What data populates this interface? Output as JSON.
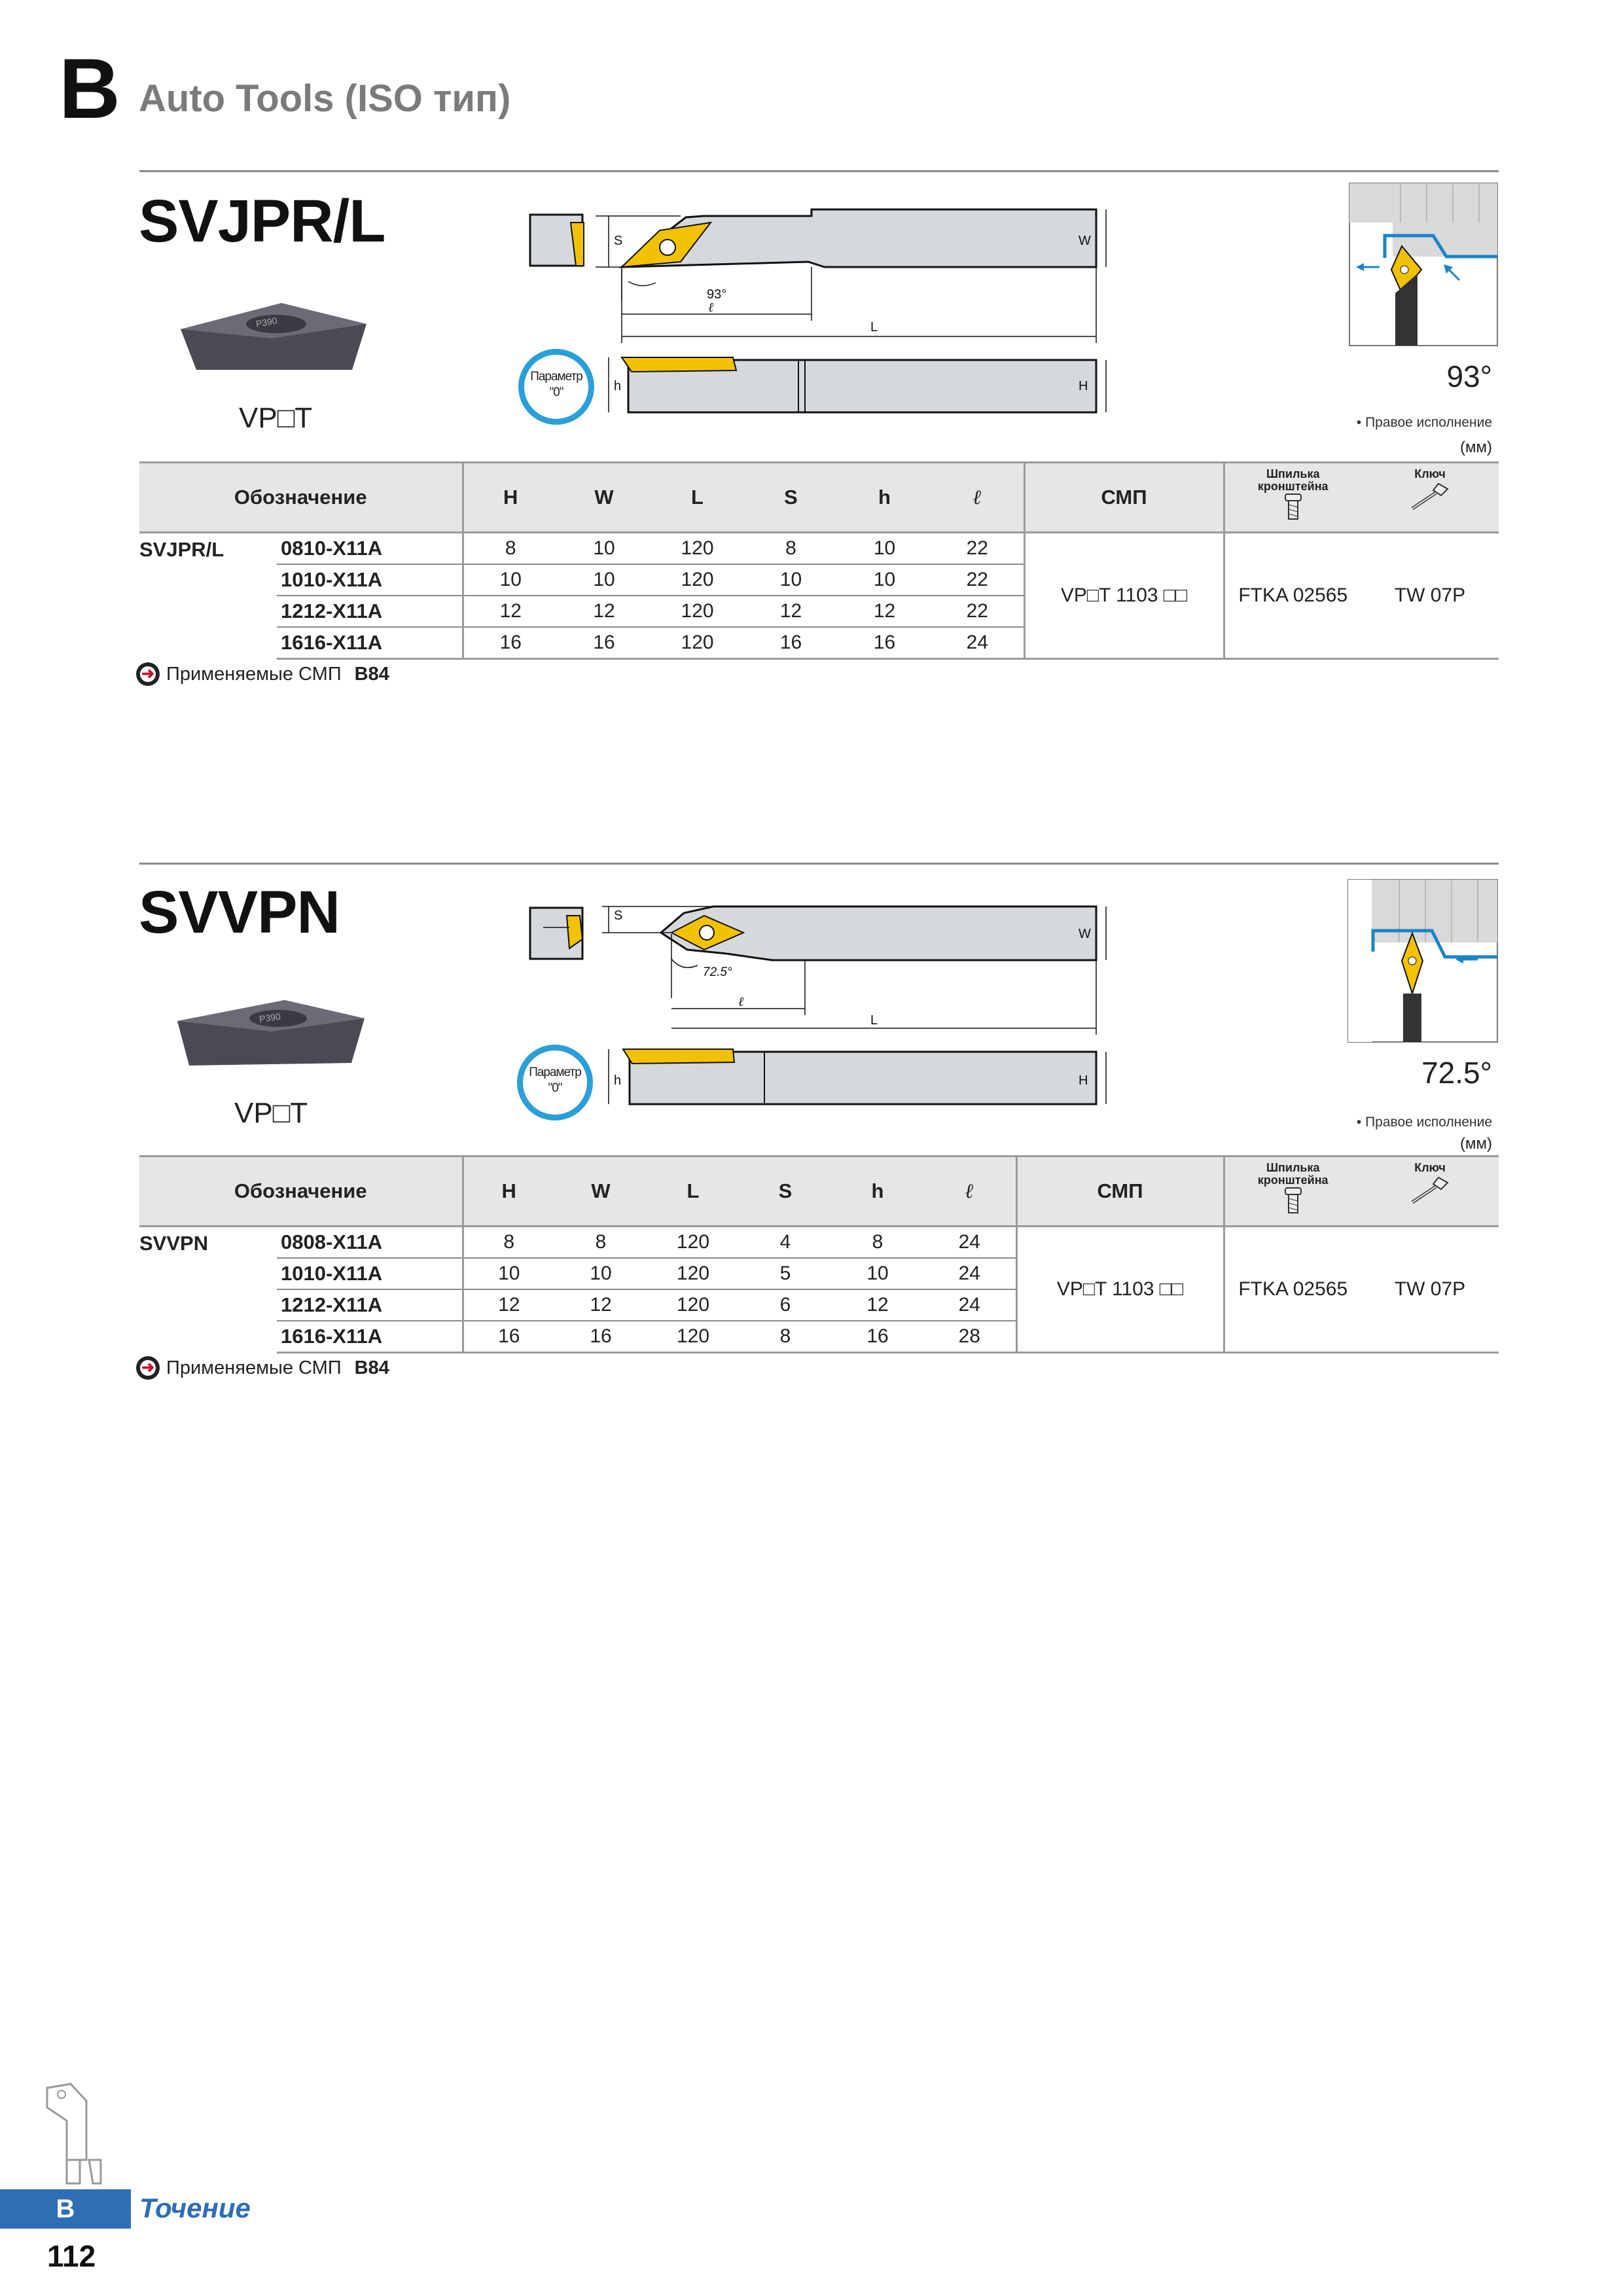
{
  "header": {
    "section_letter": "B",
    "section_title": "Auto Tools (ISO тип)"
  },
  "products": [
    {
      "title": "SVJPR/L",
      "insert_name": "VP□T",
      "angle": "93°",
      "angle_small": "93°",
      "note": "• Правое исполнение",
      "unit": "(мм)",
      "badge": {
        "line1": "Параметр",
        "line2": "\"0\""
      },
      "dims": {
        "S": "S",
        "W": "W",
        "l": "ℓ",
        "L": "L",
        "h": "h",
        "H": "H"
      },
      "table": {
        "col_designation": "Обозначение",
        "col_H": "H",
        "col_W": "W",
        "col_L": "L",
        "col_S": "S",
        "col_h": "h",
        "col_l": "ℓ",
        "col_insert": "СМП",
        "col_screw": "Шпилька кронштейна",
        "col_key": "Ключ",
        "series": "SVJPR/L",
        "rows": [
          {
            "code": "0810-X11A",
            "H": "8",
            "W": "10",
            "L": "120",
            "S": "8",
            "h": "10",
            "l": "22"
          },
          {
            "code": "1010-X11A",
            "H": "10",
            "W": "10",
            "L": "120",
            "S": "10",
            "h": "10",
            "l": "22"
          },
          {
            "code": "1212-X11A",
            "H": "12",
            "W": "12",
            "L": "120",
            "S": "12",
            "h": "12",
            "l": "22"
          },
          {
            "code": "1616-X11A",
            "H": "16",
            "W": "16",
            "L": "120",
            "S": "16",
            "h": "16",
            "l": "24"
          }
        ],
        "insert": "VP□T 1103 □□",
        "screw": "FTKA 02565",
        "key": "TW 07P"
      },
      "ref_text": "Применяемые СМП",
      "ref_page": "B84"
    },
    {
      "title": "SVVPN",
      "insert_name": "VP□T",
      "angle": "72.5°",
      "angle_small": "72.5°",
      "note": "• Правое исполнение",
      "unit": "(мм)",
      "badge": {
        "line1": "Параметр",
        "line2": "\"0\""
      },
      "dims": {
        "S": "S",
        "W": "W",
        "l": "ℓ",
        "L": "L",
        "h": "h",
        "H": "H"
      },
      "table": {
        "col_designation": "Обозначение",
        "col_H": "H",
        "col_W": "W",
        "col_L": "L",
        "col_S": "S",
        "col_h": "h",
        "col_l": "ℓ",
        "col_insert": "СМП",
        "col_screw": "Шпилька кронштейна",
        "col_key": "Ключ",
        "series": "SVVPN",
        "rows": [
          {
            "code": "0808-X11A",
            "H": "8",
            "W": "8",
            "L": "120",
            "S": "4",
            "h": "8",
            "l": "24"
          },
          {
            "code": "1010-X11A",
            "H": "10",
            "W": "10",
            "L": "120",
            "S": "5",
            "h": "10",
            "l": "24"
          },
          {
            "code": "1212-X11A",
            "H": "12",
            "W": "12",
            "L": "120",
            "S": "6",
            "h": "12",
            "l": "24"
          },
          {
            "code": "1616-X11A",
            "H": "16",
            "W": "16",
            "L": "120",
            "S": "8",
            "h": "16",
            "l": "28"
          }
        ],
        "insert": "VP□T 1103 □□",
        "screw": "FTKA 02565",
        "key": "TW 07P"
      },
      "ref_text": "Применяемые СМП",
      "ref_page": "B84"
    }
  ],
  "footer": {
    "tab_letter": "B",
    "tab_name": "Точение",
    "page_number": "112"
  },
  "colors": {
    "accent": "#2f6db5",
    "insert_yellow": "#f2c200",
    "holder_gray": "#d6d9dc",
    "header_gray": "#e6e6e7"
  }
}
